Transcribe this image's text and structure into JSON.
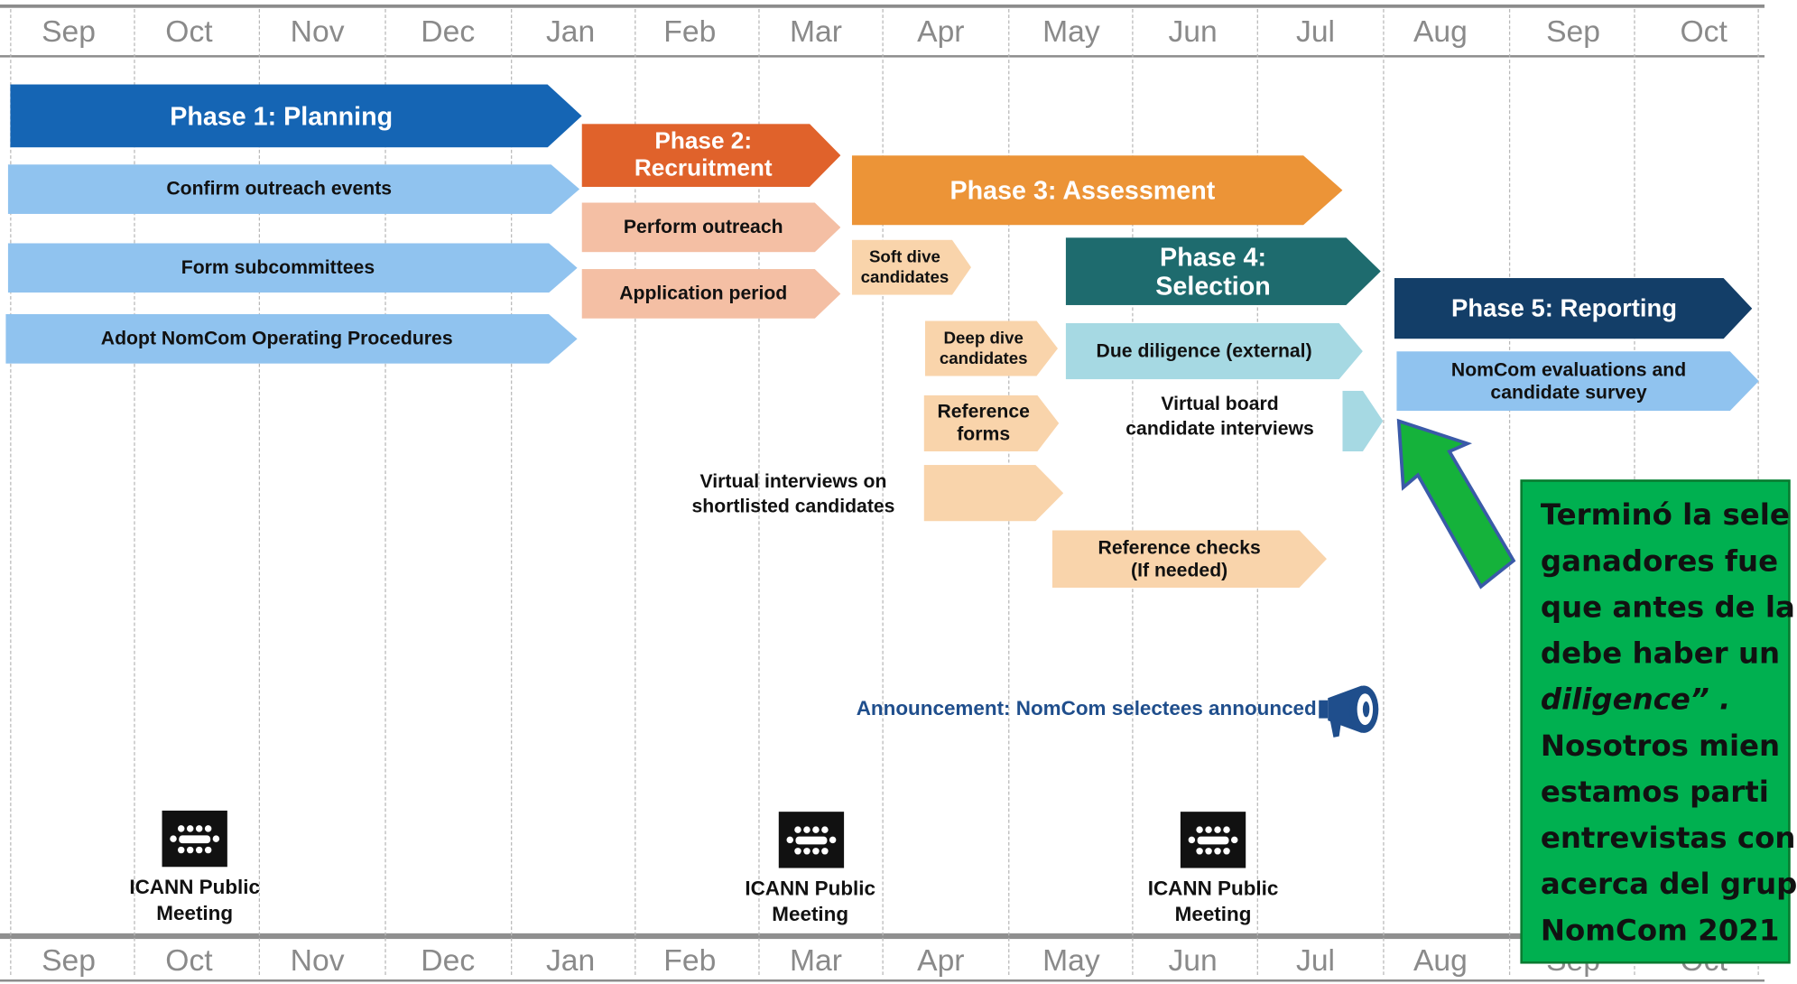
{
  "timeline": {
    "months": [
      "Sep",
      "Oct",
      "Nov",
      "Dec",
      "Jan",
      "Feb",
      "Mar",
      "Apr",
      "May",
      "Jun",
      "Jul",
      "Aug",
      "Sep",
      "Oct"
    ]
  },
  "phases": {
    "phase1": {
      "title": "Phase 1: Planning",
      "tasks": [
        "Confirm outreach events",
        "Form subcommittees",
        "Adopt NomCom Operating Procedures"
      ]
    },
    "phase2": {
      "title_line1": "Phase 2:",
      "title_line2": "Recruitment",
      "tasks": [
        "Perform outreach",
        "Application period"
      ]
    },
    "phase3": {
      "title": "Phase 3: Assessment",
      "soft_dive_line1": "Soft dive",
      "soft_dive_line2": "candidates",
      "deep_dive_line1": "Deep dive",
      "deep_dive_line2": "candidates",
      "reference_line1": "Reference",
      "reference_line2": "forms",
      "virtual_line1": "Virtual interviews on",
      "virtual_line2": "shortlisted candidates"
    },
    "phase4": {
      "title_line1": "Phase 4:",
      "title_line2": "Selection",
      "due_diligence": "Due diligence (external)",
      "board_line1": "Virtual board",
      "board_line2": "candidate interviews",
      "checks_line1": "Reference checks",
      "checks_line2": "(If needed)"
    },
    "phase5": {
      "title": "Phase 5: Reporting",
      "eval_line1": "NomCom evaluations and",
      "eval_line2": "candidate survey"
    }
  },
  "announcement": "Announcement: NomCom selectees announced",
  "meetings": [
    {
      "line1": "ICANN Public",
      "line2": "Meeting"
    },
    {
      "line1": "ICANN Public",
      "line2": "Meeting"
    },
    {
      "line1": "ICANN Public",
      "line2": "Meeting"
    }
  ],
  "callout": {
    "lines": [
      "Terminó la sele",
      "ganadores fue",
      "que antes de la",
      "debe haber un",
      "diligence” .",
      "Nosotros mien",
      "estamos  parti",
      "entrevistas con",
      "acerca del grup",
      "NomCom 2021"
    ]
  },
  "colors": {
    "phase1": "#1565b4",
    "task_blue": "#90c3ef",
    "phase2": "#e0622b",
    "task_salmon": "#f4bfa4",
    "phase3": "#ec9437",
    "task_peach": "#f9d4ab",
    "phase4": "#1e6b6e",
    "task_teal": "#a6d9e3",
    "phase5": "#133e68",
    "announcement": "#1f4e8c",
    "callout_bg": "#00b050",
    "arrow_green": "#15b23b"
  }
}
